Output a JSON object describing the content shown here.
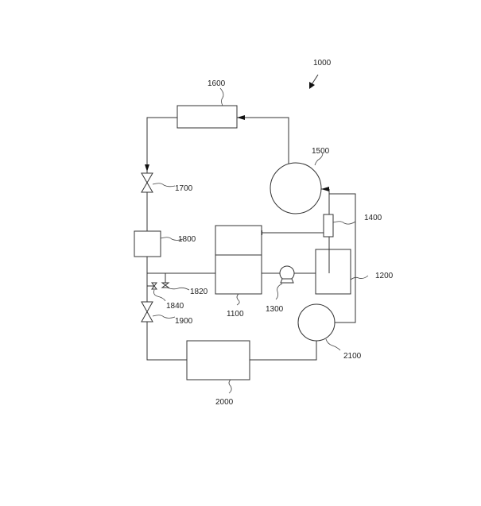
{
  "labels": {
    "system": "1000",
    "tank": "1100",
    "vessel": "1200",
    "pump": "1300",
    "unit_1400": "1400",
    "compressor": "1500",
    "condenser": "1600",
    "valve_1700": "1700",
    "unit_1800": "1800",
    "valve_1820": "1820",
    "valve_1840": "1840",
    "valve_1900": "1900",
    "evaporator": "2000",
    "unit_2100": "2100"
  }
}
